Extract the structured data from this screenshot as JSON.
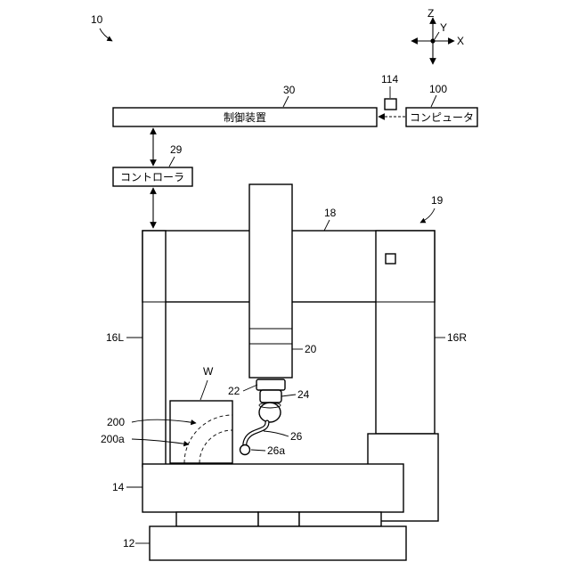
{
  "figure": {
    "number": "10"
  },
  "axes": {
    "z": "Z",
    "y": "Y",
    "x": "X"
  },
  "blocks": {
    "control_device": {
      "ref": "30",
      "label": "制御装置"
    },
    "computer": {
      "ref": "100",
      "label": "コンピュータ"
    },
    "controller": {
      "ref": "29",
      "label": "コントローラ"
    },
    "input_unit": {
      "ref": "114"
    }
  },
  "machine": {
    "ref": "19",
    "bridge_beam": "18",
    "left_leg": "16L",
    "right_leg": "16R",
    "z_column": "20",
    "joint": "22",
    "probe_head": "24",
    "stylus": "26",
    "stylus_tip": "26a",
    "stage": "14",
    "base": "12",
    "workpiece": "W",
    "model_surface": "200",
    "model_line": "200a"
  }
}
